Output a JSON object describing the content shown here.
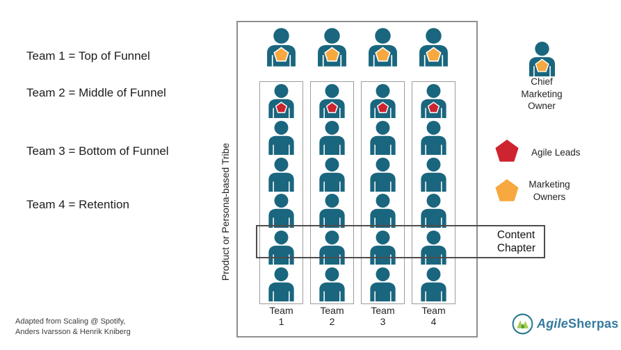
{
  "colors": {
    "person_teal": "#1A667E",
    "owner_orange": "#F7A83E",
    "lead_red": "#CE242F",
    "brand_teal": "#35799F",
    "logo_green_light": "#A4CD4A",
    "logo_green_dark": "#4E9C45",
    "logo_ring_teal": "#2C7E90"
  },
  "left_panel": {
    "labels": [
      "Team 1 = Top of Funnel",
      "Team 2 = Middle of Funnel",
      "Team 3 = Bottom of Funnel",
      "Team 4 = Retention"
    ]
  },
  "attribution": {
    "line1": "Adapted from Scaling @ Spotify,",
    "line2": "Anders Ivarsson & Henrik Kniberg"
  },
  "tribe": {
    "vertical_label": "Product or Persona-based Tribe",
    "marketing_owner_count": 4,
    "teams": [
      {
        "label_line1": "Team",
        "label_line2": "1",
        "agile_leads": 1,
        "members": 5
      },
      {
        "label_line1": "Team",
        "label_line2": "2",
        "agile_leads": 1,
        "members": 5
      },
      {
        "label_line1": "Team",
        "label_line2": "3",
        "agile_leads": 1,
        "members": 5
      },
      {
        "label_line1": "Team",
        "label_line2": "4",
        "agile_leads": 1,
        "members": 5
      }
    ]
  },
  "chapter": {
    "line1": "Content",
    "line2": "Chapter"
  },
  "legend": {
    "cmo_line1": "Chief",
    "cmo_line2": "Marketing",
    "cmo_line3": "Owner",
    "agile_leads_label": "Agile Leads",
    "marketing_owners_line1": "Marketing",
    "marketing_owners_line2": "Owners"
  },
  "logo": {
    "brand_italic": "Agile",
    "brand_bold": "Sherpas"
  }
}
